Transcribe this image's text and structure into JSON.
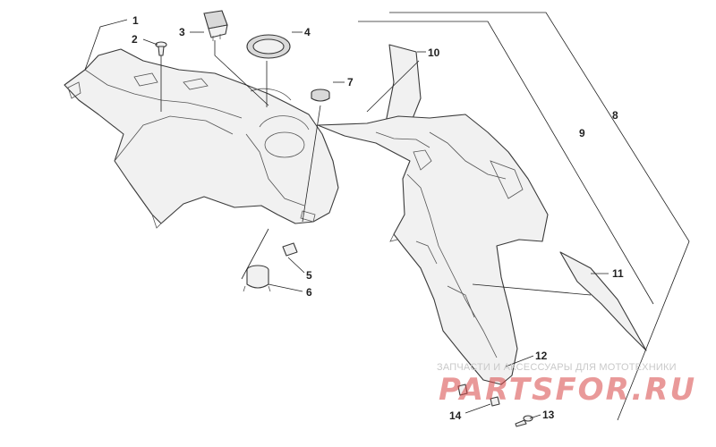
{
  "diagram": {
    "callouts": [
      {
        "id": "1",
        "label": "1"
      },
      {
        "id": "2",
        "label": "2"
      },
      {
        "id": "3",
        "label": "3"
      },
      {
        "id": "4",
        "label": "4"
      },
      {
        "id": "5",
        "label": "5"
      },
      {
        "id": "6",
        "label": "6"
      },
      {
        "id": "7",
        "label": "7"
      },
      {
        "id": "8",
        "label": "8"
      },
      {
        "id": "9",
        "label": "9"
      },
      {
        "id": "10",
        "label": "10"
      },
      {
        "id": "11",
        "label": "11"
      },
      {
        "id": "12",
        "label": "12"
      },
      {
        "id": "13",
        "label": "13"
      },
      {
        "id": "14",
        "label": "14"
      }
    ],
    "colors": {
      "line": "#3a3a3a",
      "fill": "#f1f1f1",
      "watermark": "#d74646"
    }
  },
  "watermark": {
    "caption": "ЗАПЧАСТИ И АКСЕССУАРЫ ДЛЯ МОТОТЕХНИКИ",
    "logo": "PARTSFOR.RU"
  }
}
